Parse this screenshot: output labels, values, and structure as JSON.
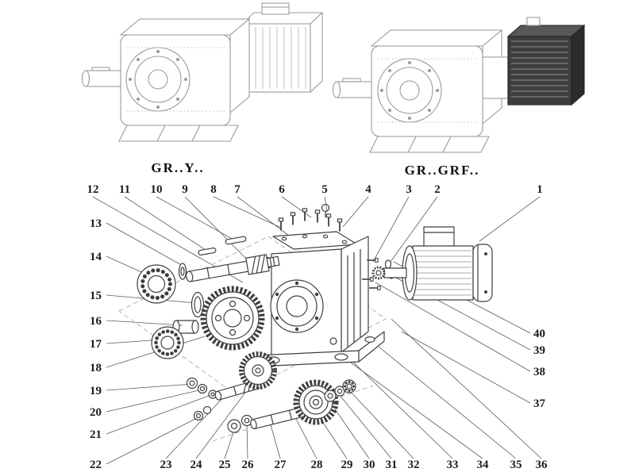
{
  "titles": {
    "left": "GR..Y..",
    "right": "GR..GRF.."
  },
  "callouts": {
    "top": [
      "12",
      "11",
      "10",
      "9",
      "8",
      "7",
      "6",
      "5",
      "4",
      "3",
      "2",
      "1"
    ],
    "left": [
      "13",
      "14",
      "15",
      "16",
      "17",
      "18",
      "19",
      "20",
      "21",
      "22"
    ],
    "bottom": [
      "23",
      "24",
      "25",
      "26",
      "27",
      "28",
      "29",
      "30",
      "31",
      "32",
      "33",
      "34",
      "35",
      "36"
    ],
    "right": [
      "40",
      "39",
      "38",
      "37"
    ]
  },
  "colors": {
    "line": "#3f3f3f",
    "light_line": "#9a9a9a",
    "text": "#1c1c1c",
    "background": "#ffffff"
  }
}
